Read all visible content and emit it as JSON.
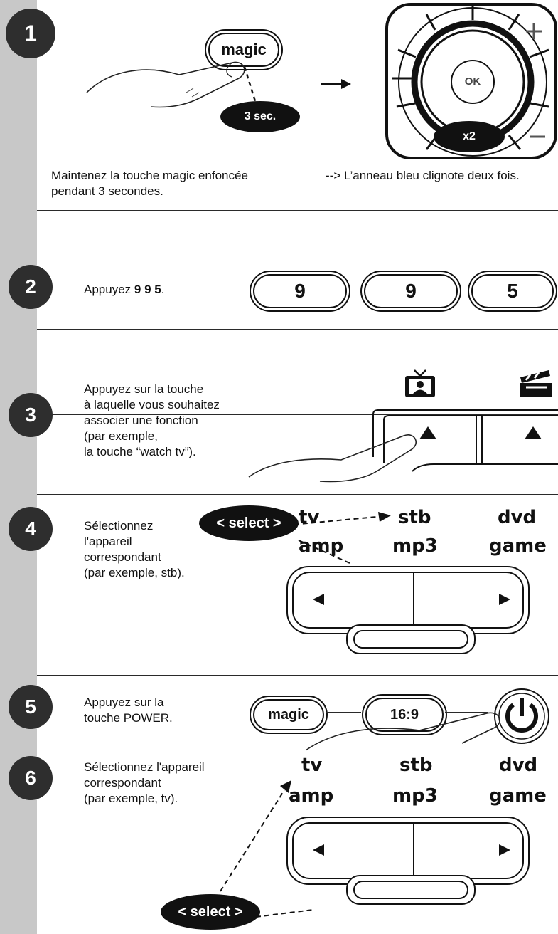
{
  "steps": [
    {
      "number": "1",
      "text_left_line1": "Maintenez la touche magic enfoncée",
      "text_left_line2": "pendant 3 secondes.",
      "text_right": "--> L’anneau bleu clignote deux fois.",
      "magic_label": "magic",
      "duration_label": "3 sec.",
      "ok_label": "OK",
      "blink_label": "x2"
    },
    {
      "number": "2",
      "text_prefix": "Appuyez ",
      "text_bold": "9 9 5",
      "text_suffix": ".",
      "keys": [
        "9",
        "9",
        "5"
      ]
    },
    {
      "number": "3",
      "lines": [
        "Appuyez sur la touche",
        "à laquelle vous souhaitez",
        "associer une fonction",
        "(par exemple,",
        "la touche “watch tv”)."
      ]
    },
    {
      "number": "4",
      "lines": [
        "Sélectionnez",
        "l'appareil",
        "correspondant",
        "(par exemple, stb)."
      ],
      "select_label": "< select >",
      "devices": [
        "tv",
        "stb",
        "dvd",
        "amp",
        "mp3",
        "game"
      ]
    },
    {
      "number": "5",
      "lines": [
        "Appuyez sur la",
        "touche POWER."
      ],
      "magic_label": "magic",
      "ratio_label": "16:9"
    },
    {
      "number": "6",
      "lines": [
        "Sélectionnez l'appareil",
        "correspondant",
        "(par exemple, tv)."
      ],
      "select_label": "< select >",
      "devices": [
        "tv",
        "stb",
        "dvd",
        "amp",
        "mp3",
        "game"
      ]
    }
  ],
  "icons": [
    "tv-icon",
    "film-clapper-icon",
    "power-icon",
    "hand-icon",
    "arrow-right-icon"
  ]
}
